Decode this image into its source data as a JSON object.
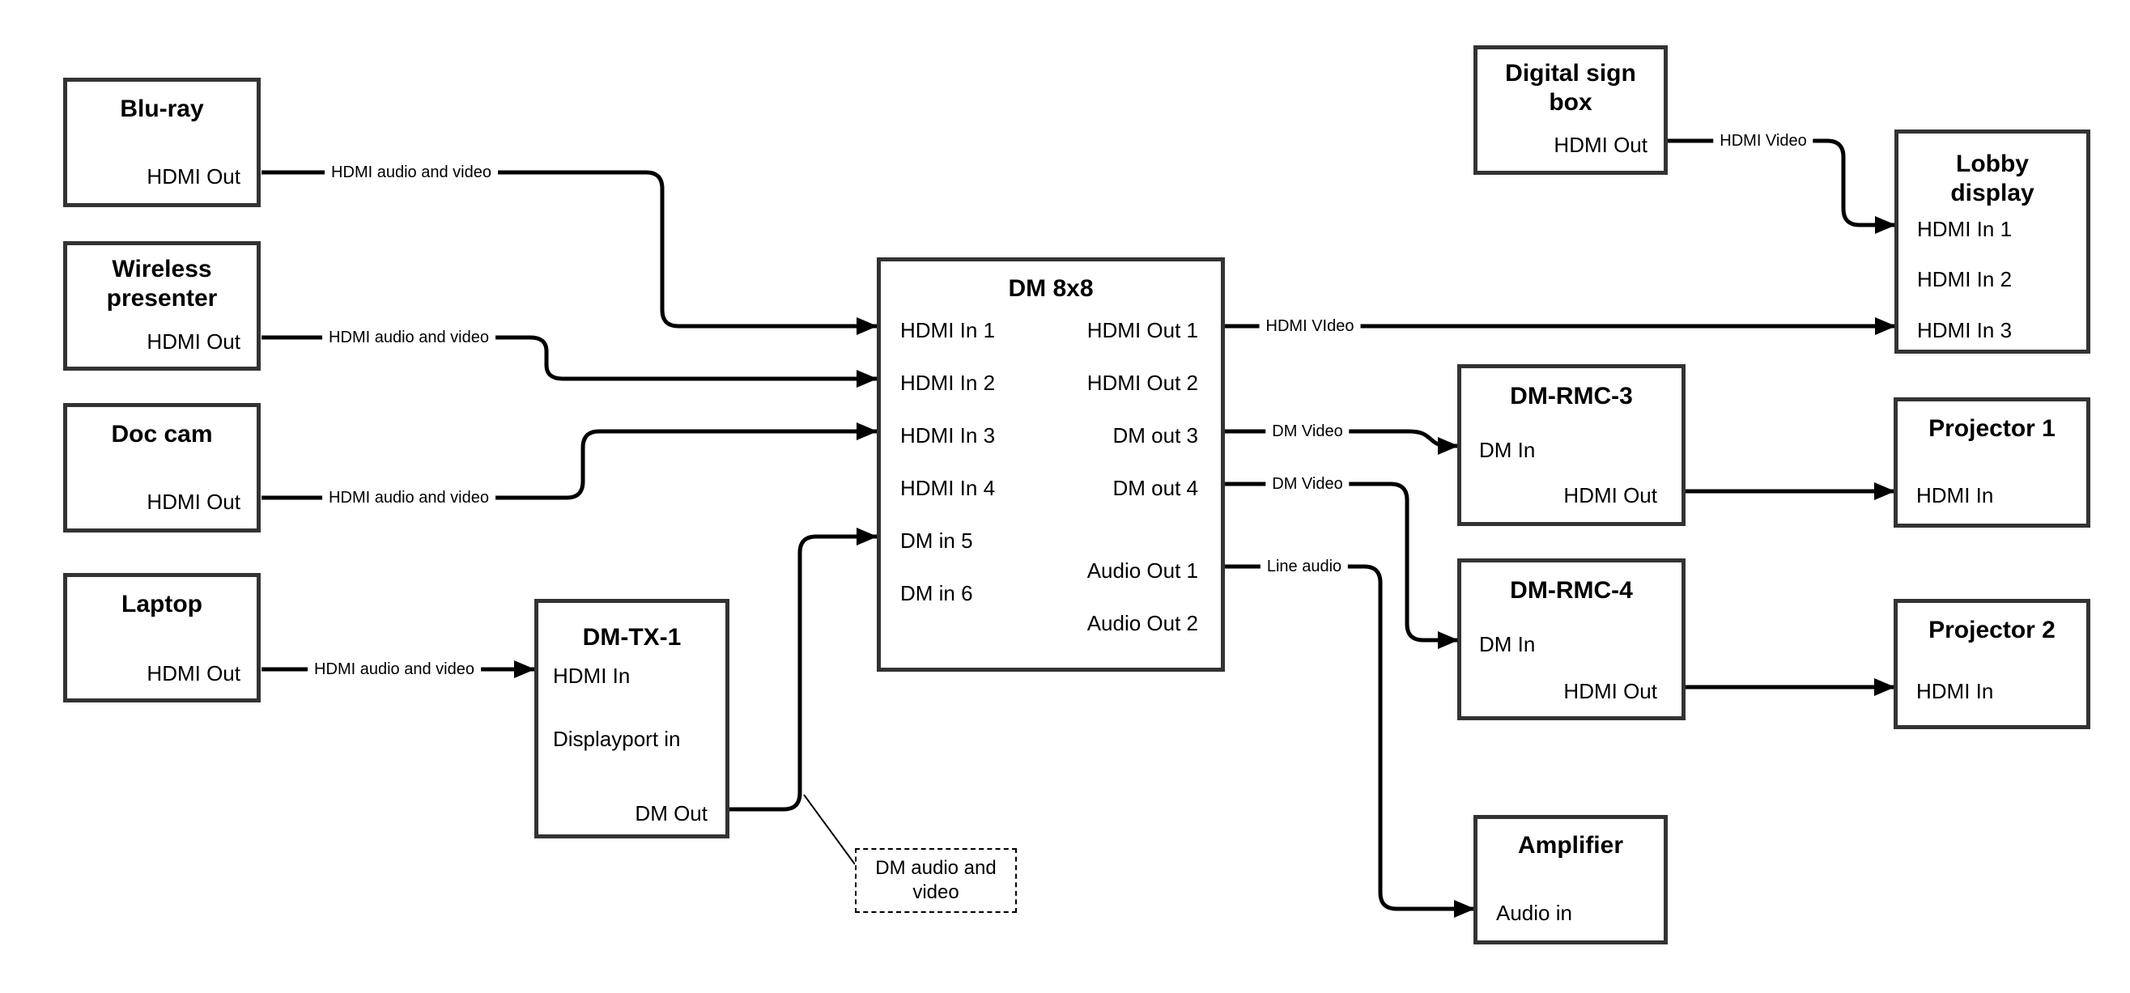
{
  "boxes": {
    "blu_ray": {
      "title": "Blu-ray",
      "port_hdmi_out": "HDMI Out"
    },
    "wireless_presenter": {
      "title": "Wireless presenter",
      "port_hdmi_out": "HDMI Out"
    },
    "doc_cam": {
      "title": "Doc cam",
      "port_hdmi_out": "HDMI Out"
    },
    "laptop": {
      "title": "Laptop",
      "port_hdmi_out": "HDMI Out"
    },
    "dm_tx_1": {
      "title": "DM-TX-1",
      "port_hdmi_in": "HDMI In",
      "port_displayport_in": "Displayport in",
      "port_dm_out": "DM Out"
    },
    "dm_8x8": {
      "title": "DM 8x8",
      "port_hdmi_in_1": "HDMI In 1",
      "port_hdmi_in_2": "HDMI In 2",
      "port_hdmi_in_3": "HDMI In 3",
      "port_hdmi_in_4": "HDMI In 4",
      "port_dm_in_5": "DM in 5",
      "port_dm_in_6": "DM in 6",
      "port_hdmi_out_1": "HDMI Out 1",
      "port_hdmi_out_2": "HDMI Out 2",
      "port_dm_out_3": "DM out 3",
      "port_dm_out_4": "DM out 4",
      "port_audio_out_1": "Audio Out 1",
      "port_audio_out_2": "Audio Out 2"
    },
    "digital_sign_box": {
      "title": "Digital sign box",
      "port_hdmi_out": "HDMI Out"
    },
    "lobby_display": {
      "title": "Lobby display",
      "port_hdmi_in_1": "HDMI In 1",
      "port_hdmi_in_2": "HDMI In 2",
      "port_hdmi_in_3": "HDMI In 3"
    },
    "dm_rmc_3": {
      "title": "DM-RMC-3",
      "port_dm_in": "DM In",
      "port_hdmi_out": "HDMI Out"
    },
    "projector_1": {
      "title": "Projector 1",
      "port_hdmi_in": "HDMI In"
    },
    "dm_rmc_4": {
      "title": "DM-RMC-4",
      "port_dm_in": "DM In",
      "port_hdmi_out": "HDMI Out"
    },
    "projector_2": {
      "title": "Projector 2",
      "port_hdmi_in": "HDMI In"
    },
    "amplifier": {
      "title": "Amplifier",
      "port_audio_in": "Audio in"
    }
  },
  "connection_labels": {
    "blu_ray_to_dm8x8": "HDMI audio and video",
    "wireless_to_dm8x8": "HDMI audio and video",
    "doc_cam_to_dm8x8": "HDMI audio and video",
    "laptop_to_dm_tx_1": "HDMI audio and video",
    "dm_tx_1_callout": "DM audio and video",
    "hdmi_out_1_to_lobby": "HDMI VIdeo",
    "dm_out_3_to_rmc3": "DM Video",
    "dm_out_4_to_rmc4": "DM Video",
    "audio_out_1_to_amplifier": "Line audio",
    "digital_sign_to_lobby": "HDMI Video"
  },
  "colors": {
    "line": "#000000",
    "box_border": "#333333",
    "text": "#000000",
    "background": "#ffffff"
  }
}
